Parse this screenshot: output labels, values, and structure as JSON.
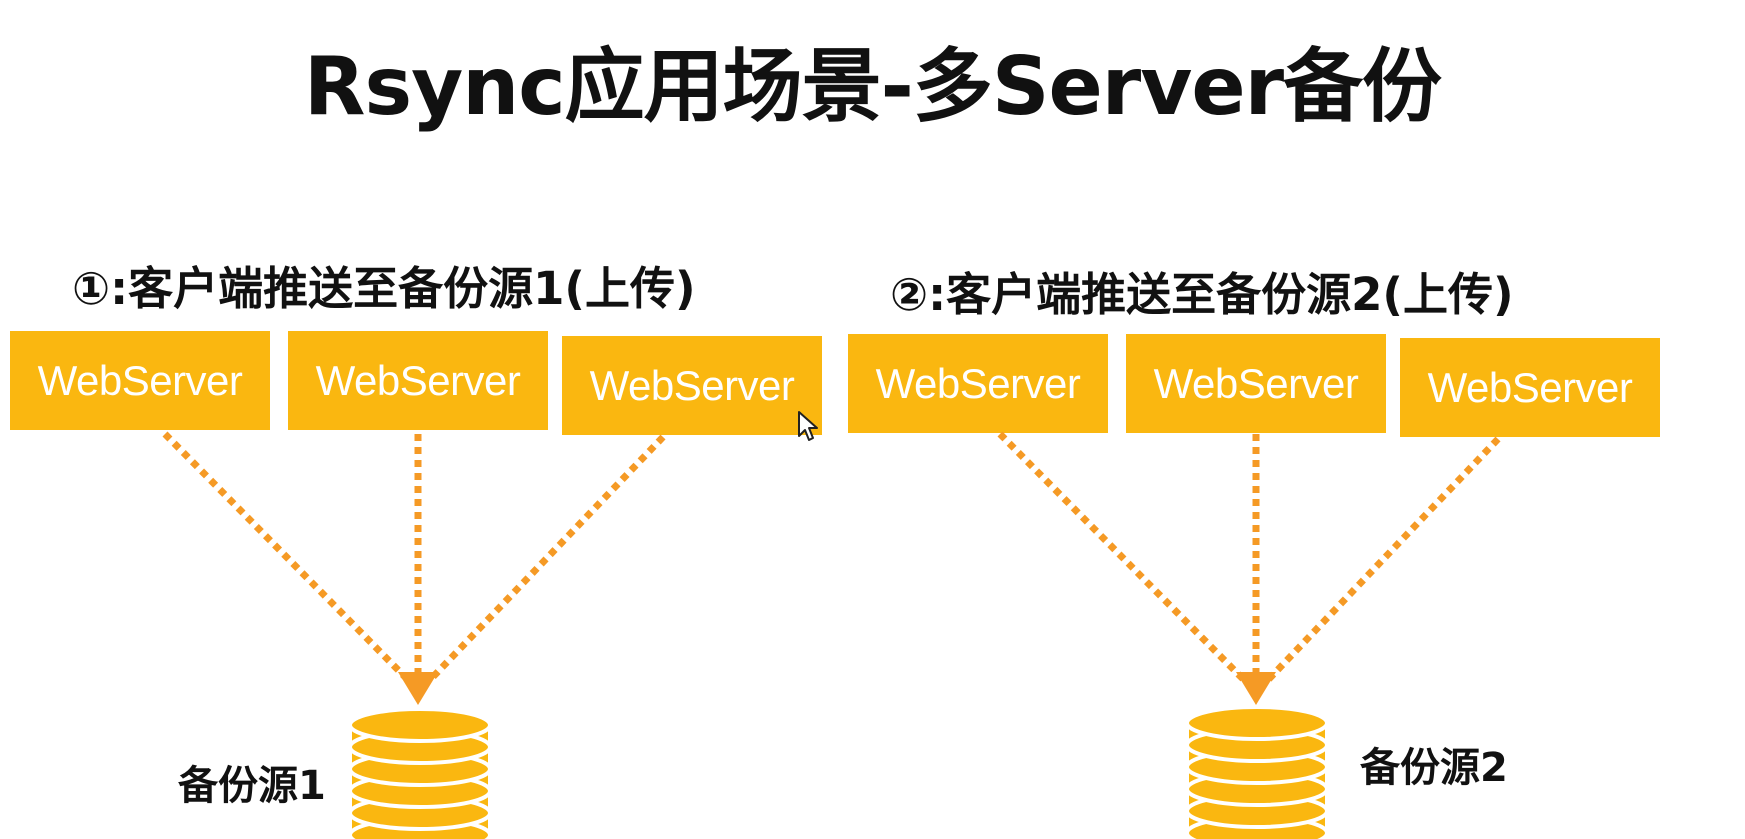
{
  "title": "Rsync应用场景-多Server备份",
  "groups": [
    {
      "heading": "①:客户端推送至备份源1(上传)",
      "servers": [
        "WebServer",
        "WebServer",
        "WebServer"
      ],
      "database_label": "备份源1"
    },
    {
      "heading": "②:客户端推送至备份源2(上传)",
      "servers": [
        "WebServer",
        "WebServer",
        "WebServer"
      ],
      "database_label": "备份源2"
    }
  ],
  "colors": {
    "server_fill": "#fab710",
    "arrow": "#f59a25",
    "database_fill": "#fab710",
    "database_stroke": "#ffffff"
  },
  "icons": {
    "cursor": "mouse-pointer-icon",
    "database": "database-icon"
  }
}
